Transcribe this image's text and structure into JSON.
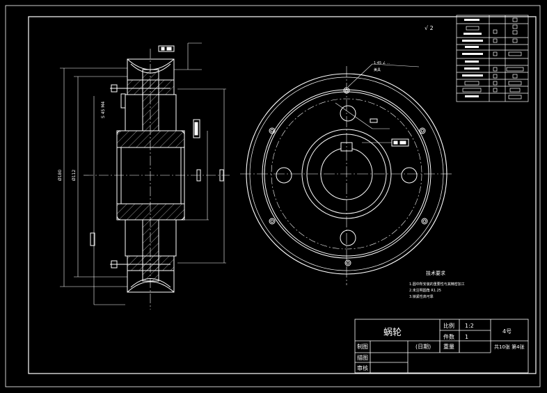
{
  "drawing": {
    "roughness_mark": "√ 2",
    "datum_note_top": "1·45 ∠ ...",
    "datum_note_sub": "美具",
    "dim_s": "S 45 M4",
    "dim_phi1": "Ø180",
    "dim_phi2": "Ø112",
    "tech_req": {
      "title": "技术要求",
      "lines": [
        "1.圆中所安装的重要性与其精密加工",
        "2.未注明圆角 R1.25",
        "3.锁紧性高可靠"
      ]
    }
  },
  "title_block": {
    "part_name": "蜗轮",
    "scale_label": "比例",
    "scale_value": "1:2",
    "qty_label": "件数",
    "qty_value": "1",
    "drawing_no": "4号",
    "drawn_label": "制图",
    "date_label": "(日期)",
    "weight_label": "重量",
    "sheet_label": "共10张 第4张",
    "design_label": "描图",
    "check_label": "审核"
  }
}
